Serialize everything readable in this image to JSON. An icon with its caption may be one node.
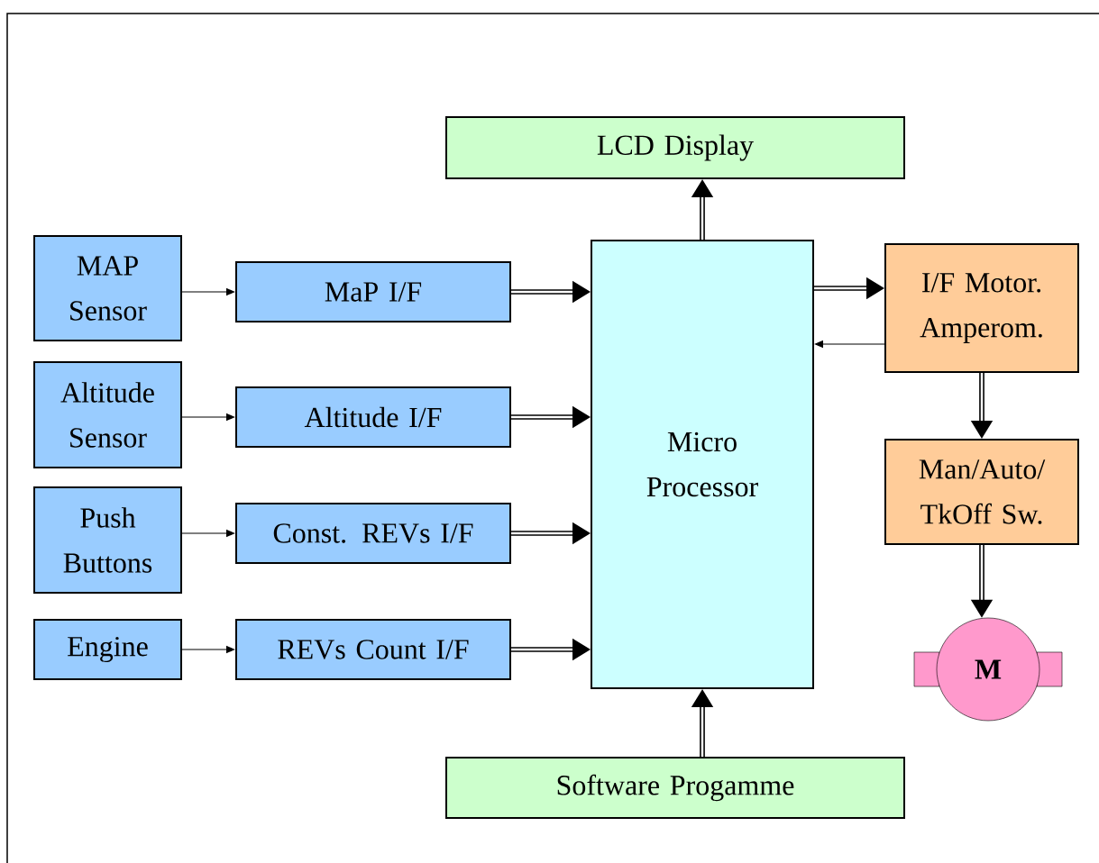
{
  "diagram": {
    "nodes": [
      {
        "text": [
          "LCD Display"
        ]
      },
      {
        "text": [
          "MAP Sensor"
        ]
      },
      {
        "text": [
          "MaP I/F"
        ]
      },
      {
        "text": [
          "Altitude Sensor"
        ]
      },
      {
        "text": [
          "Altitude I/F"
        ]
      },
      {
        "text": [
          "Push Buttons"
        ]
      },
      {
        "text": [
          "Const. REVs I/F"
        ]
      },
      {
        "text": [
          "Engine"
        ]
      },
      {
        "text": [
          "REVs Count I/F"
        ]
      },
      {
        "text": [
          "Micro Processor"
        ]
      },
      {
        "text": [
          "I/F Motor. Amperom."
        ]
      },
      {
        "text": [
          "Man/Auto/ TkOff Sw."
        ]
      },
      {
        "text": [
          "M"
        ]
      },
      {
        "text": [
          "Software Progamme"
        ]
      }
    ],
    "edges": [
      {
        "from": 1,
        "to": 2,
        "arrow": "to"
      },
      {
        "from": 3,
        "to": 4,
        "arrow": "to"
      },
      {
        "from": 5,
        "to": 6,
        "arrow": "to"
      },
      {
        "from": 7,
        "to": 8,
        "arrow": "to"
      },
      {
        "from": 2,
        "to": 9,
        "arrow": "to"
      },
      {
        "from": 4,
        "to": 9,
        "arrow": "to"
      },
      {
        "from": 6,
        "to": 9,
        "arrow": "to"
      },
      {
        "from": 8,
        "to": 9,
        "arrow": "to"
      },
      {
        "from": 9,
        "to": 0,
        "arrow": "to"
      },
      {
        "from": 13,
        "to": 9,
        "arrow": "to"
      },
      {
        "from": 9,
        "to": 10,
        "arrow": "to"
      },
      {
        "from": 10,
        "to": 9,
        "arrow": "to"
      },
      {
        "from": 10,
        "to": 11,
        "arrow": "to"
      },
      {
        "from": 11,
        "to": 12,
        "arrow": "to"
      }
    ]
  }
}
